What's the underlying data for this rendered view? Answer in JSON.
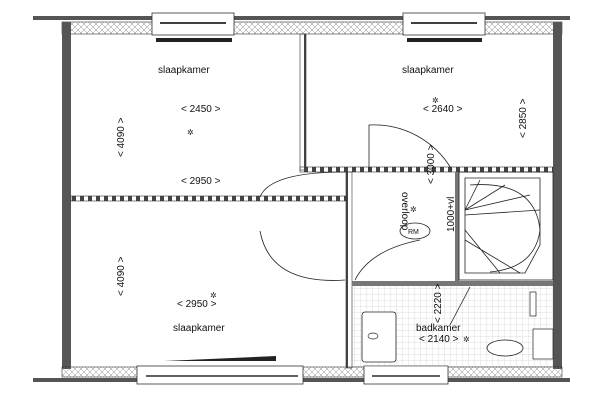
{
  "rooms": {
    "bedroom_top_left": {
      "label": "slaapkamer",
      "width": "< 2450 >",
      "depth": "< 4090 >",
      "width2": "< 2950 >"
    },
    "bedroom_top_right": {
      "label": "slaapkamer",
      "width": "< 2640 >",
      "depth": "< 2850 >"
    },
    "bedroom_bottom_left": {
      "label": "slaapkamer",
      "width": "< 2950 >",
      "depth": "< 4090 >"
    },
    "landing": {
      "label": "overloop",
      "depth": "< 3000 >",
      "railing": "1000+vl",
      "smoke_detector": "RM"
    },
    "bathroom": {
      "label": "badkamer",
      "width": "< 2140 >",
      "depth": "< 2220 >"
    }
  },
  "colors": {
    "wall": "#555555",
    "line": "#222222",
    "background": "#ffffff"
  }
}
